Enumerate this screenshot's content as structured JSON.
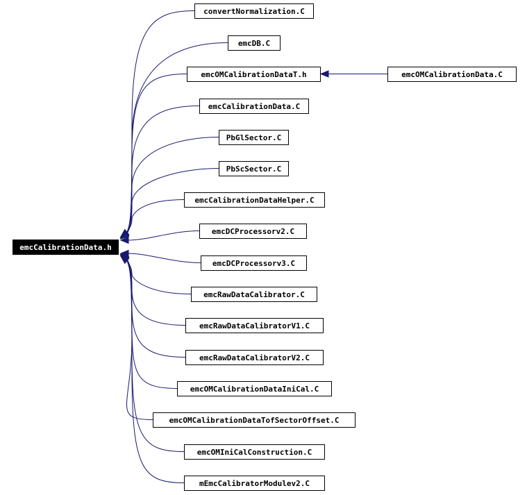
{
  "graph": {
    "root": "emcCalibrationData.h",
    "nodes": [
      {
        "id": "root",
        "label": "emcCalibrationData.h"
      },
      {
        "id": "n1",
        "label": "convertNormalization.C"
      },
      {
        "id": "n2",
        "label": "emcDB.C"
      },
      {
        "id": "n3",
        "label": "emcOMCalibrationDataT.h"
      },
      {
        "id": "n3b",
        "label": "emcOMCalibrationData.C"
      },
      {
        "id": "n4",
        "label": "emcCalibrationData.C"
      },
      {
        "id": "n5",
        "label": "PbGlSector.C"
      },
      {
        "id": "n6",
        "label": "PbScSector.C"
      },
      {
        "id": "n7",
        "label": "emcCalibrationDataHelper.C"
      },
      {
        "id": "n8",
        "label": "emcDCProcessorv2.C"
      },
      {
        "id": "n9",
        "label": "emcDCProcessorv3.C"
      },
      {
        "id": "n10",
        "label": "emcRawDataCalibrator.C"
      },
      {
        "id": "n11",
        "label": "emcRawDataCalibratorV1.C"
      },
      {
        "id": "n12",
        "label": "emcRawDataCalibratorV2.C"
      },
      {
        "id": "n13",
        "label": "emcOMCalibrationDataIniCal.C"
      },
      {
        "id": "n14",
        "label": "emcOMCalibrationDataTofSectorOffset.C"
      },
      {
        "id": "n15",
        "label": "emcOMIniCalConstruction.C"
      },
      {
        "id": "n16",
        "label": "mEmcCalibratorModulev2.C"
      }
    ],
    "edges": [
      {
        "from": "n1",
        "to": "root"
      },
      {
        "from": "n2",
        "to": "root"
      },
      {
        "from": "n3",
        "to": "root"
      },
      {
        "from": "n3b",
        "to": "n3"
      },
      {
        "from": "n4",
        "to": "root"
      },
      {
        "from": "n5",
        "to": "root"
      },
      {
        "from": "n6",
        "to": "root"
      },
      {
        "from": "n7",
        "to": "root"
      },
      {
        "from": "n8",
        "to": "root"
      },
      {
        "from": "n9",
        "to": "root"
      },
      {
        "from": "n10",
        "to": "root"
      },
      {
        "from": "n11",
        "to": "root"
      },
      {
        "from": "n12",
        "to": "root"
      },
      {
        "from": "n13",
        "to": "root"
      },
      {
        "from": "n14",
        "to": "root"
      },
      {
        "from": "n15",
        "to": "root"
      },
      {
        "from": "n16",
        "to": "root"
      }
    ],
    "edge_color": "#191970"
  }
}
